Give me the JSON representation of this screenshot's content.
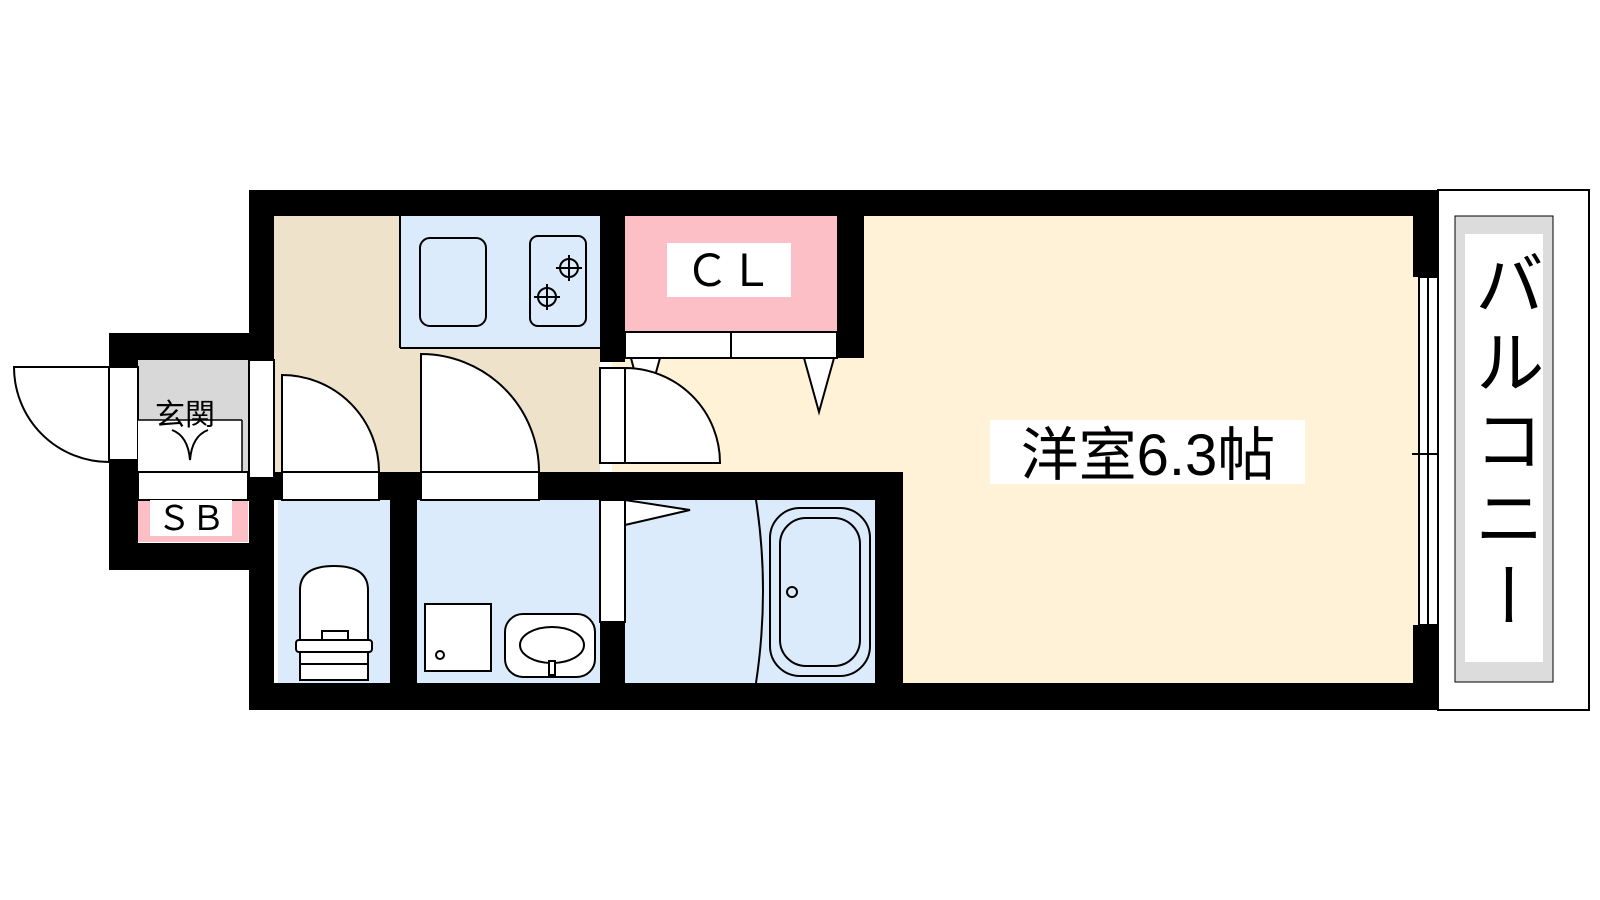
{
  "floor_plan": {
    "rooms": {
      "genkan": {
        "label": "玄関"
      },
      "shoe_box": {
        "label": "ＳＢ"
      },
      "closet": {
        "label": "ＣＬ"
      },
      "western_room": {
        "label": "洋室6.3帖"
      },
      "balcony": {
        "label": "バルコニー"
      }
    },
    "colors": {
      "wall": "#000000",
      "western_room_floor": "#fff2d6",
      "kitchen_hall_floor": "#efe2cb",
      "wet_areas": "#dcebfb",
      "closet": "#fcbfc5",
      "shoe_box": "#fcbfc5",
      "genkan": "#d8d8d8",
      "balcony_fill": "#dcdcdc"
    }
  }
}
